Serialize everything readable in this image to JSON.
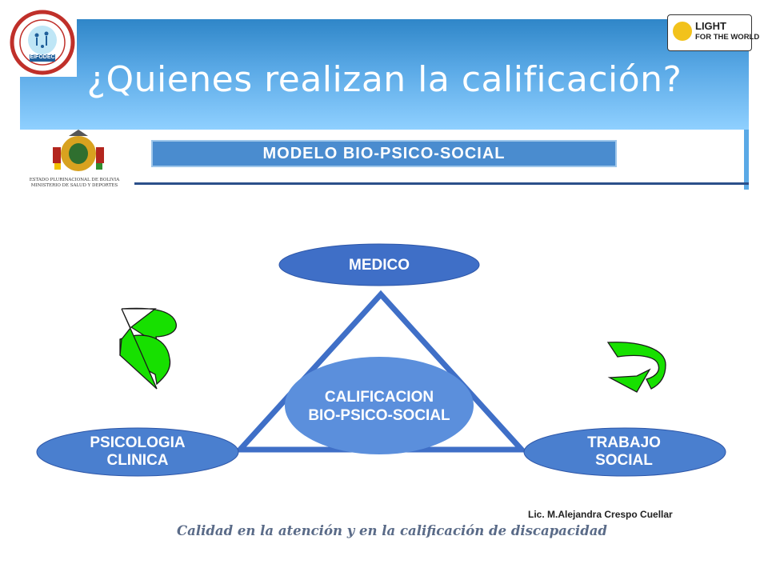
{
  "slide": {
    "title": "¿Quienes realizan la calificación?",
    "banner": "MODELO BIO-PSICO-SOCIAL",
    "left_logo_caption": "EIFODEC",
    "right_logo": {
      "line1": "LIGHT",
      "line2": "FOR THE WORLD"
    },
    "crest_caption": [
      "ESTADO PLURINACIONAL DE BOLIVIA",
      "MINISTERIO DE SALUD Y DEPORTES"
    ],
    "author": "Lic. M.Alejandra Crespo Cuellar",
    "footer": "Calidad   en la atención y en la calificación de discapacidad"
  },
  "diagram": {
    "nodes": {
      "top": "MEDICO",
      "center": [
        "CALIFICACION",
        "BIO-PSICO-SOCIAL"
      ],
      "left": [
        "PSICOLOGIA",
        "CLINICA"
      ],
      "right": [
        "TRABAJO",
        "SOCIAL"
      ]
    },
    "colors": {
      "node": "#4a7fcf",
      "node_light": "#5b8fdc",
      "triangle": "#3f6fc7",
      "arrow": "#17e000",
      "header": "#3d95d8"
    }
  }
}
